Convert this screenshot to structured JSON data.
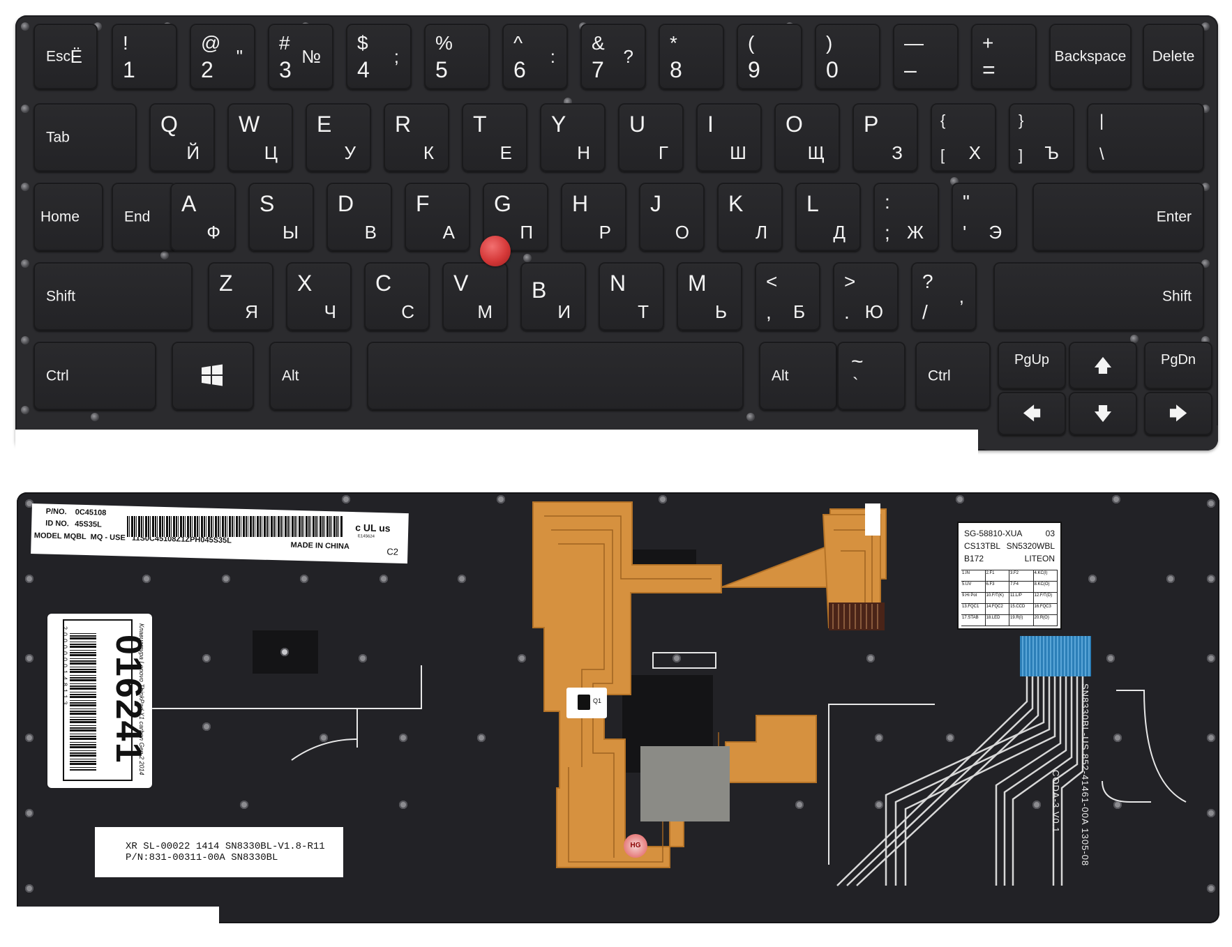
{
  "keyboard_front": {
    "keys": {
      "esc": {
        "label": "Esc",
        "ru": "Ё"
      },
      "k1": {
        "sym": "!",
        "num": "1"
      },
      "k2": {
        "sym": "@",
        "num": "2",
        "ru": "\""
      },
      "k3": {
        "sym": "#",
        "num": "3",
        "ru": "№"
      },
      "k4": {
        "sym": "$",
        "num": "4",
        "ru": ";"
      },
      "k5": {
        "sym": "%",
        "num": "5"
      },
      "k6": {
        "sym": "^",
        "num": "6",
        "ru": ":"
      },
      "k7": {
        "sym": "&",
        "num": "7",
        "ru": "?"
      },
      "k8": {
        "sym": "*",
        "num": "8"
      },
      "k9": {
        "sym": "(",
        "num": "9"
      },
      "k0": {
        "sym": ")",
        "num": "0"
      },
      "minus": {
        "sym": "—",
        "num": "–"
      },
      "equals": {
        "sym": "+",
        "num": "="
      },
      "backspace": {
        "label": "Backspace"
      },
      "delete": {
        "label": "Delete"
      },
      "tab": {
        "label": "Tab"
      },
      "q": {
        "en": "Q",
        "ru": "Й"
      },
      "w": {
        "en": "W",
        "ru": "Ц"
      },
      "e": {
        "en": "E",
        "ru": "У"
      },
      "r": {
        "en": "R",
        "ru": "К"
      },
      "t": {
        "en": "T",
        "ru": "Е"
      },
      "y": {
        "en": "Y",
        "ru": "Н"
      },
      "u": {
        "en": "U",
        "ru": "Г"
      },
      "i": {
        "en": "I",
        "ru": "Ш"
      },
      "o": {
        "en": "O",
        "ru": "Щ"
      },
      "p": {
        "en": "P",
        "ru": "З"
      },
      "lbracket": {
        "sym": "{",
        "num": "[",
        "ru": "Х"
      },
      "rbracket": {
        "sym": "}",
        "num": "]",
        "ru": "Ъ"
      },
      "backslash": {
        "sym": "|",
        "num": "\\"
      },
      "home": {
        "label": "Home"
      },
      "end": {
        "label": "End"
      },
      "a": {
        "en": "A",
        "ru": "Ф"
      },
      "s": {
        "en": "S",
        "ru": "Ы"
      },
      "d": {
        "en": "D",
        "ru": "В"
      },
      "f": {
        "en": "F",
        "ru": "А"
      },
      "g": {
        "en": "G",
        "ru": "П"
      },
      "h": {
        "en": "H",
        "ru": "Р"
      },
      "j": {
        "en": "J",
        "ru": "О"
      },
      "k": {
        "en": "K",
        "ru": "Л"
      },
      "l": {
        "en": "L",
        "ru": "Д"
      },
      "semicolon": {
        "sym": ":",
        "num": ";",
        "ru": "Ж"
      },
      "quote": {
        "sym": "\"",
        "num": "'",
        "ru": "Э"
      },
      "enter": {
        "label": "Enter"
      },
      "shift_left": {
        "label": "Shift"
      },
      "z": {
        "en": "Z",
        "ru": "Я"
      },
      "x": {
        "en": "X",
        "ru": "Ч"
      },
      "c": {
        "en": "C",
        "ru": "С"
      },
      "v": {
        "en": "V",
        "ru": "М"
      },
      "b": {
        "en": "B",
        "ru": "И"
      },
      "n": {
        "en": "N",
        "ru": "Т"
      },
      "m": {
        "en": "M",
        "ru": "Ь"
      },
      "comma": {
        "sym": "<",
        "num": ",",
        "ru": "Б"
      },
      "period": {
        "sym": ">",
        "num": ".",
        "ru": "Ю"
      },
      "slash": {
        "sym": "?",
        "num": "/",
        "ru": ","
      },
      "shift_right": {
        "label": "Shift"
      },
      "ctrl_left": {
        "label": "Ctrl"
      },
      "alt_left": {
        "label": "Alt"
      },
      "alt_right": {
        "label": "Alt"
      },
      "tilde": {
        "sym": "~",
        "num": "`"
      },
      "ctrl_right": {
        "label": "Ctrl"
      },
      "pgup": {
        "label": "PgUp"
      },
      "pgdn": {
        "label": "PgDn"
      },
      "arrows": {
        "up": "🡅",
        "down": "🡇",
        "left": "🡄",
        "right": "🡆"
      }
    }
  },
  "keyboard_back": {
    "product_label": {
      "pno_label": "P/NO.",
      "pno": "0C45108",
      "id_label": "ID  NO.",
      "id": "45S35L",
      "model_line": "MODEL MQBL  MQ - USE   11S0C45108Z1ZPH045S35L",
      "made_in": "MADE IN CHINA",
      "cert": "c UL us",
      "cert_id": "E145624",
      "code": "C2"
    },
    "spec_label": {
      "line1_left": "SG-58810-XUA",
      "line1_right": "03",
      "line2_left": "CS13TBL",
      "line2_right": "SN5320WBL",
      "line3_left": "B172",
      "line3_right": "LITEON",
      "grid": [
        "1.IN",
        "2.F1",
        "3.F2",
        "4.KC(I)",
        "5.UV",
        "6.F3",
        "7.F4",
        "8.KC(O)",
        "9.Hi Pot",
        "10.F/T(K)",
        "11.L/P",
        "12.F/T(D)",
        "13.FQC1",
        "14.FQC2",
        "15.CCD",
        "16.FQC3",
        "17.STAB",
        "18.LED",
        "19.R(I)",
        "20.R(O)"
      ]
    },
    "sticker": {
      "number": "016241",
      "description": "Клавиатура Lenovo ThinkPad X1 carbon Gen 2 2014",
      "barcode_digits": "2000000148113"
    },
    "bottom_label": {
      "line1": "XR SL-00022 1414 SN8330BL-V1.8-R11",
      "line2": "P/N:831-00311-00A SN8330BL"
    },
    "cable_text": {
      "vertical1": "SN8330BL-US  852-41461-00A  1305-08",
      "vertical2": "CODA-3 V0.1"
    },
    "component_label": "Q1",
    "hologram": "HG"
  }
}
